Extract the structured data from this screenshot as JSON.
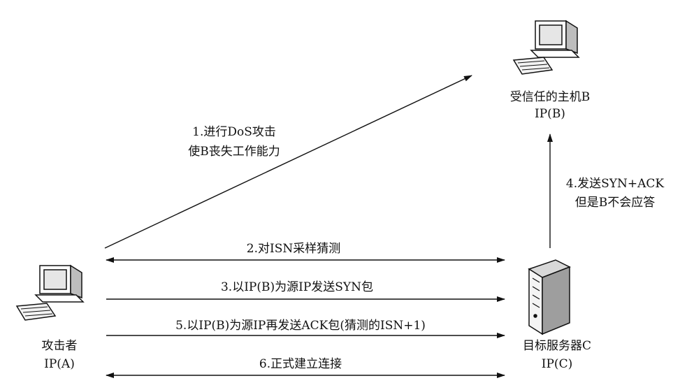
{
  "nodes": {
    "host_b": {
      "name": "受信任的主机B",
      "ip": "IP(B)",
      "icon": "desktop-computer-icon"
    },
    "attacker": {
      "name": "攻击者",
      "ip": "IP(A)",
      "icon": "desktop-computer-icon"
    },
    "server_c": {
      "name": "目标服务器C",
      "ip": "IP(C)",
      "icon": "server-tower-icon"
    }
  },
  "steps": [
    {
      "line1": "1.进行DoS攻击",
      "line2": "使B丧失工作能力"
    },
    {
      "text": "2.对ISN采样猜测"
    },
    {
      "text": "3.以IP(B)为源IP发送SYN包"
    },
    {
      "line1": "4.发送SYN+ACK",
      "line2": "但是B不会应答"
    },
    {
      "text": "5.以IP(B)为源IP再发送ACK包(猜测的ISN+1)"
    },
    {
      "text": "6.正式建立连接"
    }
  ]
}
